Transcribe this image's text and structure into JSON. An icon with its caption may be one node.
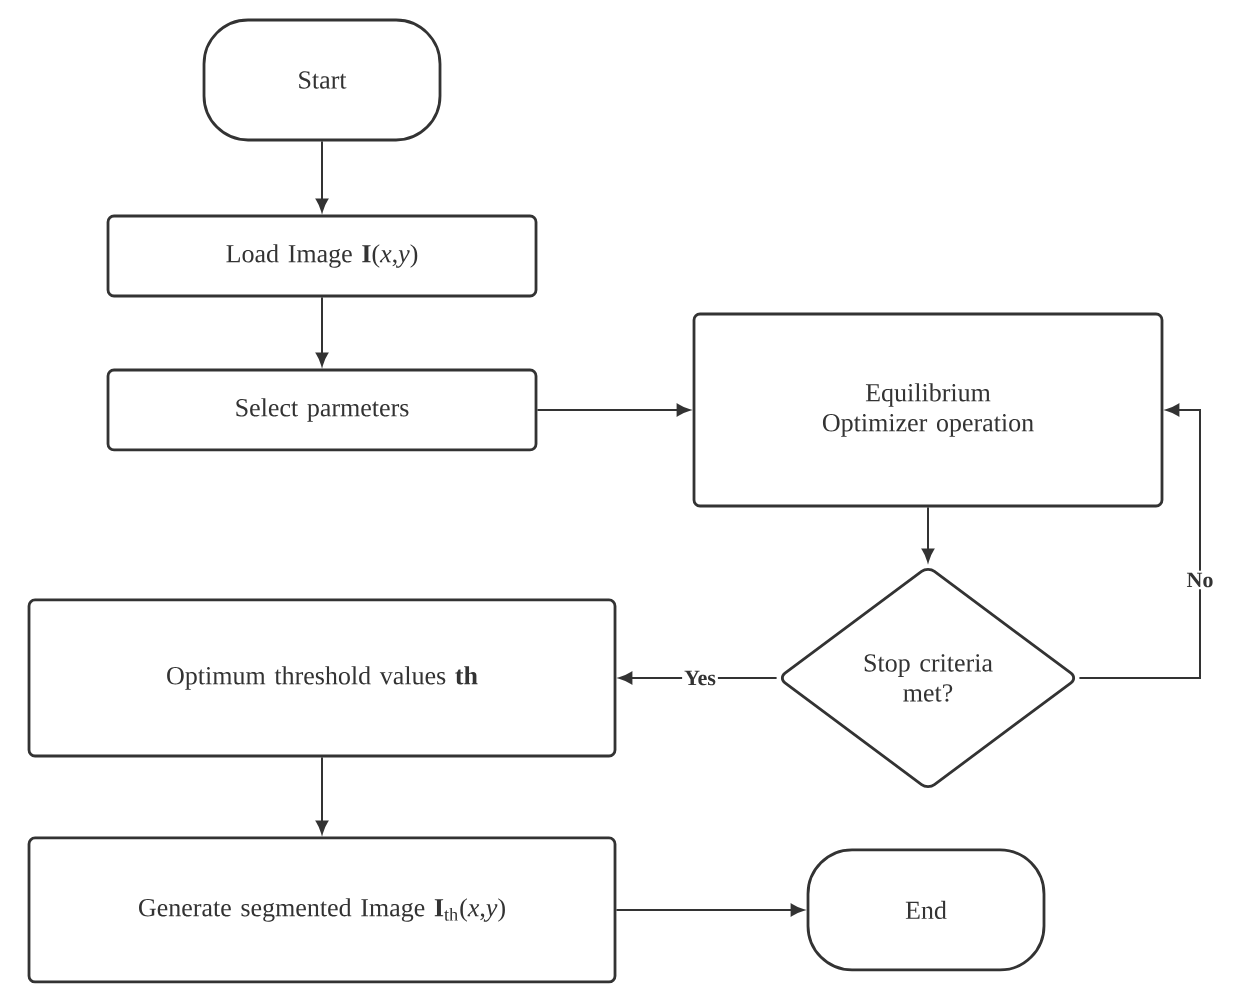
{
  "diagram": {
    "nodes": [
      {
        "text": [
          "Start"
        ]
      },
      {
        "text": [
          "Load Image **I**(*x*,*y*)"
        ]
      },
      {
        "text": [
          "Select parmeters"
        ]
      },
      {
        "text": [
          "Equilibrium Optimizer operation"
        ]
      },
      {
        "text": [
          "Stop criteria met?"
        ]
      },
      {
        "text": [
          "Optimum threshold values **th**"
        ]
      },
      {
        "text": [
          "Generate segmented Image **I**$_{th}$(*x*,*y*)"
        ]
      },
      {
        "text": [
          "End"
        ]
      }
    ],
    "edges": [
      {
        "from": 0,
        "to": 1,
        "arrow": "to"
      },
      {
        "from": 1,
        "to": 2,
        "arrow": "to"
      },
      {
        "from": 2,
        "to": 3,
        "arrow": "to"
      },
      {
        "from": 3,
        "to": 4,
        "arrow": "to"
      },
      {
        "from": 4,
        "to": 5,
        "arrow": "to",
        "label": "Yes"
      },
      {
        "from": 4,
        "to": 3,
        "arrow": "to",
        "label": "No"
      },
      {
        "from": 5,
        "to": 6,
        "arrow": "to"
      },
      {
        "from": 6,
        "to": 7,
        "arrow": "to"
      }
    ]
  }
}
